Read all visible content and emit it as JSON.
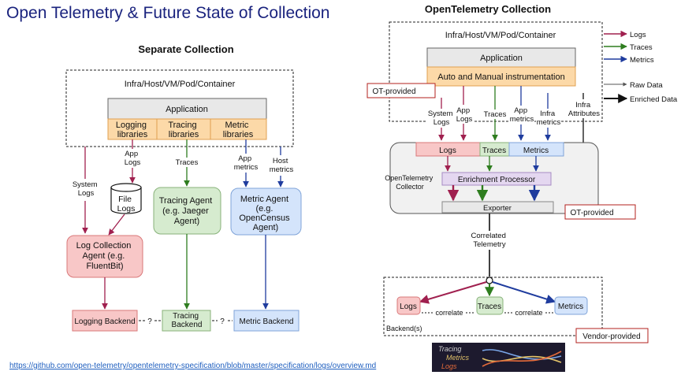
{
  "page_title": "Open Telemetry & Future State of Collection",
  "source_url": "https://github.com/open-telemetry/opentelemetry-specification/blob/master/specification/logs/overview.md",
  "left": {
    "heading": "Separate Collection",
    "infra_label": "Infra/Host/VM/Pod/Container",
    "application": "Application",
    "libraries": [
      {
        "line1": "Logging",
        "line2": "libraries"
      },
      {
        "line1": "Tracing",
        "line2": "libraries"
      },
      {
        "line1": "Metric",
        "line2": "libraries"
      }
    ],
    "edge_system_logs": [
      "System",
      "Logs"
    ],
    "edge_app_logs": [
      "App",
      "Logs"
    ],
    "edge_traces": "Traces",
    "edge_app_metrics": [
      "App",
      "metrics"
    ],
    "edge_host_metrics": [
      "Host",
      "metrics"
    ],
    "file_logs": [
      "File",
      "Logs"
    ],
    "log_agent": [
      "Log Collection",
      "Agent (e.g.",
      "FluentBit)"
    ],
    "tracing_agent": [
      "Tracing Agent",
      "(e.g. Jaeger",
      "Agent)"
    ],
    "metric_agent": [
      "Metric Agent",
      "(e.g.",
      "OpenCensus",
      "Agent)"
    ],
    "logging_backend": "Logging Backend",
    "tracing_backend": [
      "Tracing",
      "Backend"
    ],
    "metric_backend": "Metric Backend",
    "question": "?"
  },
  "right": {
    "heading": "OpenTelemetry Collection",
    "infra_label": "Infra/Host/VM/Pod/Container",
    "application": "Application",
    "instrumentation": "Auto and Manual instrumentation",
    "ot_provided_1": "OT-provided",
    "edge_system_logs": [
      "System",
      "Logs"
    ],
    "edge_app_logs": [
      "App",
      "Logs"
    ],
    "edge_traces": "Traces",
    "edge_app_metrics": [
      "App",
      "metrics"
    ],
    "edge_infra_metrics": [
      "Infra",
      "metrics"
    ],
    "edge_infra_attributes": [
      "Infra",
      "Attributes"
    ],
    "collector_label": [
      "OpenTelemetry",
      "Collector"
    ],
    "recv_logs": "Logs",
    "recv_traces": "Traces",
    "recv_metrics": "Metrics",
    "enrichment": "Enrichment Processor",
    "exporter": "Exporter",
    "ot_provided_2": "OT-provided",
    "correlated": [
      "Correlated",
      "Telemetry"
    ],
    "backend_logs": "Logs",
    "backend_traces": "Traces",
    "backend_metrics": "Metrics",
    "correlate": "correlate",
    "backends_label": "Backend(s)",
    "vendor_provided": "Vendor-provided",
    "logo_words": [
      "Tracing",
      "Metrics",
      "Logs"
    ]
  },
  "legend": {
    "logs": "Logs",
    "traces": "Traces",
    "metrics": "Metrics",
    "raw": "Raw Data",
    "enriched": "Enriched Data"
  },
  "colors": {
    "title": "#1a237e",
    "logs": "#a0204f",
    "traces": "#2e7d1f",
    "metrics": "#1f3c9e",
    "app_fill": "#e8e8e8",
    "lib_fill": "#fcd9a8",
    "pink": "#f8c7c7",
    "green": "#d6ebcf",
    "blue": "#d4e4fb",
    "purple": "#e4d7f0",
    "ot_border": "#b3211e"
  }
}
